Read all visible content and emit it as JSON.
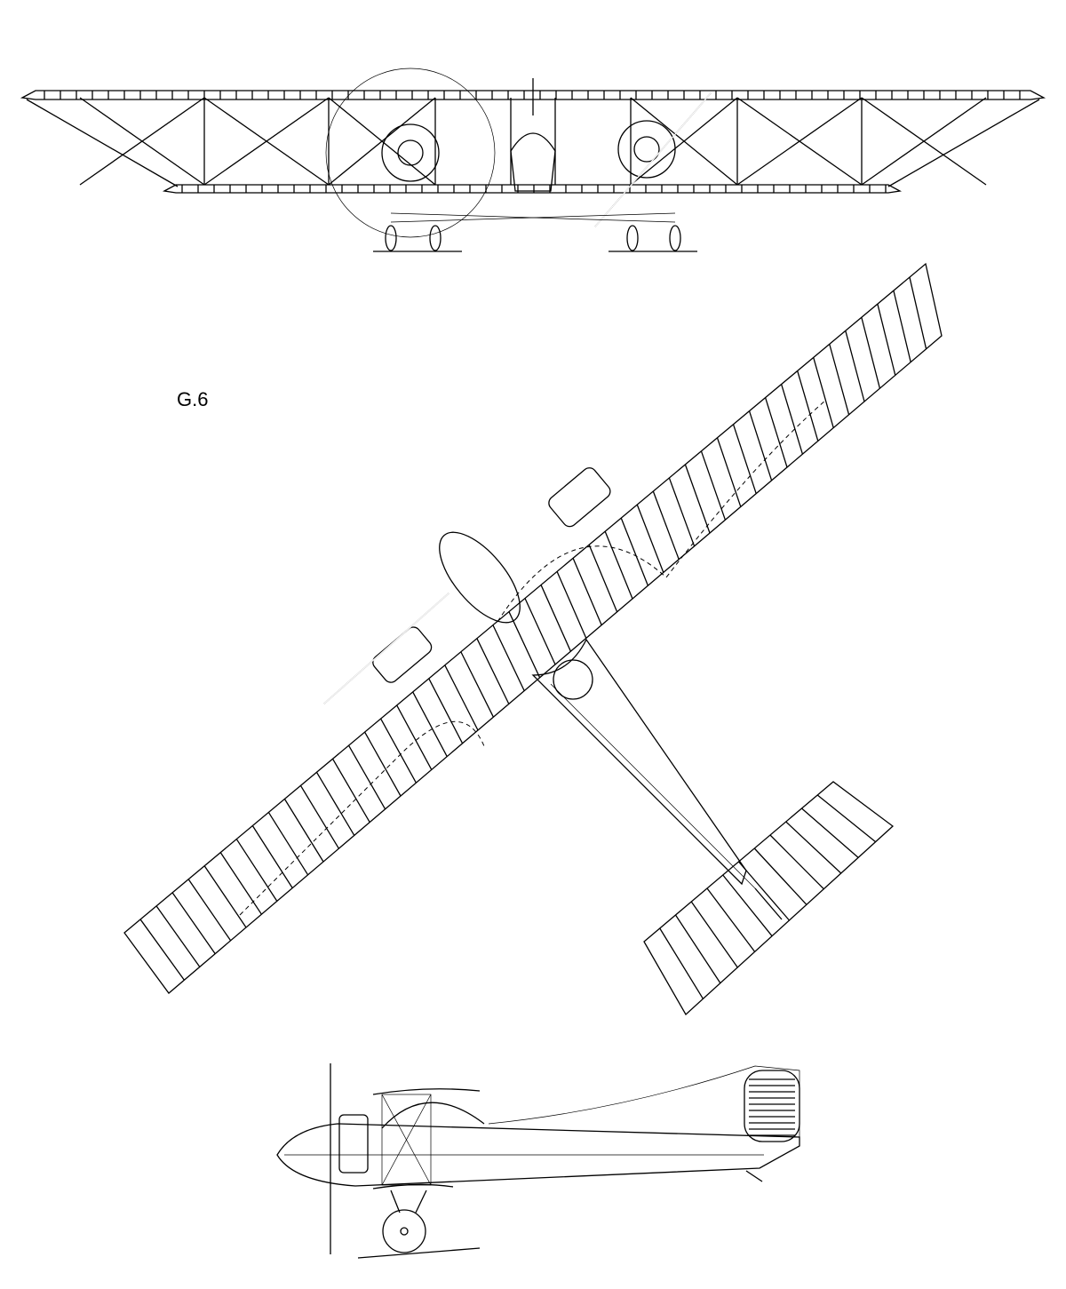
{
  "drawing": {
    "label": "G.6",
    "views": [
      "front-view",
      "top-view",
      "side-view"
    ],
    "line_color": "#000000",
    "background": "#ffffff"
  }
}
